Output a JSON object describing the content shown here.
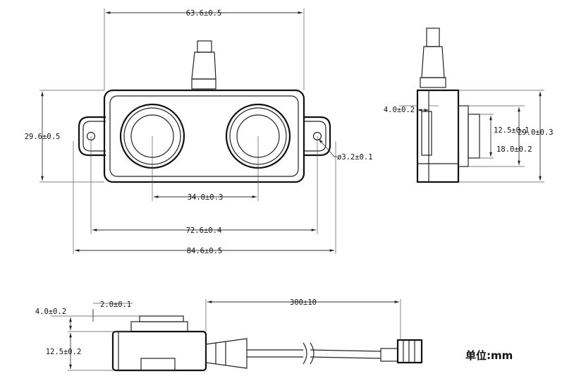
{
  "front_view": {
    "overall_length": "63.6±0.5",
    "height": "29.6±0.5",
    "lens_spacing": "34.0±0.3",
    "hole_spacing": "72.6±0.4",
    "flange_length": "84.6±0.5",
    "hole_diameter": "ø3.2±0.1"
  },
  "side_view": {
    "flange_thickness": "4.0±0.2",
    "lens_height": "12.5±0.1",
    "body_height": "29.0±0.3",
    "lens_diameter": "18.0±0.2"
  },
  "bottom_view": {
    "flange_thickness": "4.0±0.2",
    "lens_protrusion": "2.0±0.1",
    "cable_length": "300±10",
    "body_depth": "12.5±0.2"
  },
  "unit_label": "单位:mm"
}
